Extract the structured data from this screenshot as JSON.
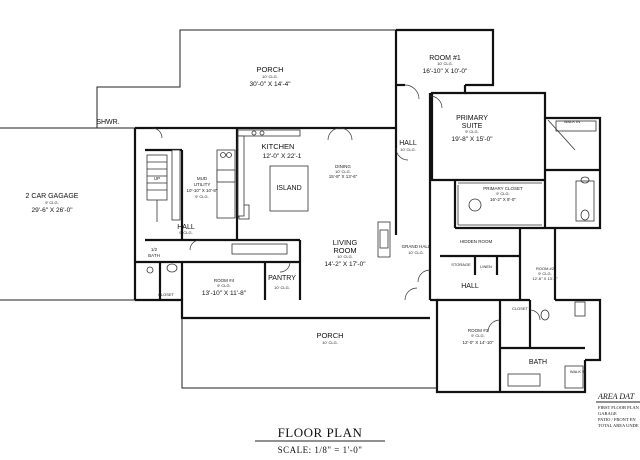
{
  "rooms": {
    "porch_top": {
      "name": "PORCH",
      "ceiling": "10' CLG.",
      "size": "30'-0\" X 14'-4\""
    },
    "room1": {
      "name": "ROOM #1",
      "ceiling": "10' CLG.",
      "size": "16'-10\" X 10'-0\""
    },
    "shower": {
      "name": "SHWR."
    },
    "kitchen": {
      "name": "KITCHEN",
      "size": "12'-0\" X 22'-1"
    },
    "island": {
      "name": "ISLAND"
    },
    "dining": {
      "name": "DINING",
      "ceiling": "10' CLG.",
      "size": "15'-8\" X 13'-6\""
    },
    "hall_upper": {
      "name": "HALL",
      "ceiling": "10' CLG."
    },
    "primary_suite": {
      "name": "PRIMARY\nSUITE",
      "line1": "PRIMARY",
      "line2": "SUITE",
      "ceiling": "9' CLG.",
      "size": "19'-8\" X 15'-0\""
    },
    "primary_closet": {
      "name": "PRIMARY CLOSET",
      "ceiling": "9' CLG.",
      "size": "16'-2\" X 8'-0\""
    },
    "garage": {
      "name": "2 CAR GAGAGE",
      "ceiling": "9' CLG.",
      "size": "29'-6\" X 26'-0\""
    },
    "mud_utility": {
      "line1": "MUD",
      "line2": "UTILITY",
      "size": "10'-10\" X 10'-8\"",
      "ceiling": "9' CLG."
    },
    "up": {
      "name": "UP"
    },
    "hall_left": {
      "name": "HALL",
      "ceiling": "9' CLG."
    },
    "half_bath": {
      "line1": "1/2",
      "line2": "BATH"
    },
    "closet_left": {
      "name": "CLOSET"
    },
    "room4": {
      "name": "ROOM #4",
      "ceiling": "9' CLG.",
      "size": "13'-10\" X 11'-8\""
    },
    "pantry": {
      "name": "PANTRY",
      "ceiling": "10' CLG."
    },
    "living": {
      "line1": "LIVING",
      "line2": "ROOM",
      "ceiling": "10' CLG.",
      "size": "14'-2\" X 17'-0\""
    },
    "grand_hall": {
      "name": "GRAND HALL",
      "ceiling": "10' CLG."
    },
    "hidden_room": {
      "name": "HIDDEN ROOM"
    },
    "storage": {
      "name": "STORAGE"
    },
    "linen": {
      "name": "LINEN"
    },
    "room2": {
      "name": "ROOM #2",
      "ceiling": "9' CLG.",
      "size": "12'-6\" X 13'-0\""
    },
    "hall_lower": {
      "name": "HALL"
    },
    "closet_lower": {
      "name": "CLOSET"
    },
    "room3": {
      "name": "ROOM #3",
      "ceiling": "9' CLG.",
      "size": "12'-0\" X 14'-10\""
    },
    "bath": {
      "name": "BATH"
    },
    "porch_bottom": {
      "name": "PORCH",
      "ceiling": "10' CLG."
    },
    "walk_in": {
      "name": "WALK IN"
    }
  },
  "title": "FLOOR PLAN",
  "scale": "SCALE: 1/8\" = 1'-0\"",
  "area_data": {
    "heading": "AREA DAT",
    "lines": [
      "FIRST FLOOR PLAN",
      "GARAGE",
      "PATIO / FRONT EN",
      "TOTAL AREA UNDE"
    ]
  }
}
